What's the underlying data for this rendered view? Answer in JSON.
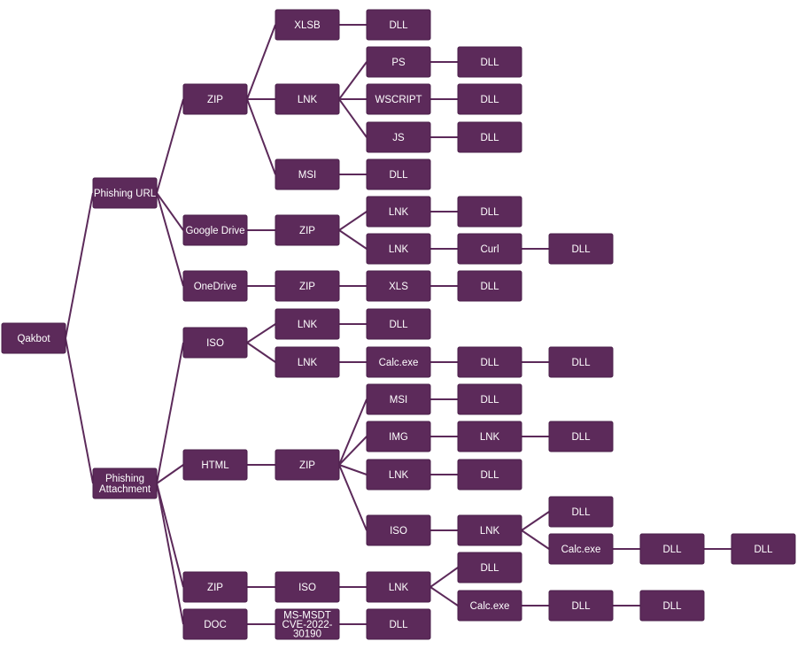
{
  "colors": {
    "node_fill": "#5c2a5a",
    "edge": "#5c2a5a",
    "node_text": "#ffffff",
    "background": "#ffffff"
  },
  "nodes": [
    {
      "id": "qakbot",
      "label": "Qakbot"
    },
    {
      "id": "purl",
      "label": "Phishing URL"
    },
    {
      "id": "patt",
      "label": "Phishing Attachment"
    },
    {
      "id": "u_zip",
      "label": "ZIP"
    },
    {
      "id": "u_gdrive",
      "label": "Google Drive"
    },
    {
      "id": "u_onedrive",
      "label": "OneDrive"
    },
    {
      "id": "u_xlsb",
      "label": "XLSB"
    },
    {
      "id": "u_xlsb_dll",
      "label": "DLL"
    },
    {
      "id": "u_lnk",
      "label": "LNK"
    },
    {
      "id": "u_ps",
      "label": "PS"
    },
    {
      "id": "u_ps_dll",
      "label": "DLL"
    },
    {
      "id": "u_wscript",
      "label": "WSCRIPT"
    },
    {
      "id": "u_wscript_dll",
      "label": "DLL"
    },
    {
      "id": "u_js",
      "label": "JS"
    },
    {
      "id": "u_js_dll",
      "label": "DLL"
    },
    {
      "id": "u_msi",
      "label": "MSI"
    },
    {
      "id": "u_msi_dll",
      "label": "DLL"
    },
    {
      "id": "g_zip",
      "label": "ZIP"
    },
    {
      "id": "g_lnk1",
      "label": "LNK"
    },
    {
      "id": "g_lnk1_dll",
      "label": "DLL"
    },
    {
      "id": "g_lnk2",
      "label": "LNK"
    },
    {
      "id": "g_curl",
      "label": "Curl"
    },
    {
      "id": "g_curl_dll",
      "label": "DLL"
    },
    {
      "id": "o_zip",
      "label": "ZIP"
    },
    {
      "id": "o_xls",
      "label": "XLS"
    },
    {
      "id": "o_xls_dll",
      "label": "DLL"
    },
    {
      "id": "a_iso",
      "label": "ISO"
    },
    {
      "id": "a_html",
      "label": "HTML"
    },
    {
      "id": "a_zip",
      "label": "ZIP"
    },
    {
      "id": "a_doc",
      "label": "DOC"
    },
    {
      "id": "i_lnk1",
      "label": "LNK"
    },
    {
      "id": "i_lnk1_dll",
      "label": "DLL"
    },
    {
      "id": "i_lnk2",
      "label": "LNK"
    },
    {
      "id": "i_calc",
      "label": "Calc.exe"
    },
    {
      "id": "i_calc_dll1",
      "label": "DLL"
    },
    {
      "id": "i_calc_dll2",
      "label": "DLL"
    },
    {
      "id": "h_zip",
      "label": "ZIP"
    },
    {
      "id": "h_msi",
      "label": "MSI"
    },
    {
      "id": "h_msi_dll",
      "label": "DLL"
    },
    {
      "id": "h_img",
      "label": "IMG"
    },
    {
      "id": "h_img_lnk",
      "label": "LNK"
    },
    {
      "id": "h_img_lnk_dll",
      "label": "DLL"
    },
    {
      "id": "h_lnk",
      "label": "LNK"
    },
    {
      "id": "h_lnk_dll",
      "label": "DLL"
    },
    {
      "id": "h_iso",
      "label": "ISO"
    },
    {
      "id": "h_iso_lnk",
      "label": "LNK"
    },
    {
      "id": "h_iso_lnk_dll",
      "label": "DLL"
    },
    {
      "id": "h_iso_calc",
      "label": "Calc.exe"
    },
    {
      "id": "h_iso_calc_dll1",
      "label": "DLL"
    },
    {
      "id": "h_iso_calc_dll2",
      "label": "DLL"
    },
    {
      "id": "z_iso",
      "label": "ISO"
    },
    {
      "id": "z_lnk",
      "label": "LNK"
    },
    {
      "id": "z_lnk_dll",
      "label": "DLL"
    },
    {
      "id": "z_calc",
      "label": "Calc.exe"
    },
    {
      "id": "z_calc_dll1",
      "label": "DLL"
    },
    {
      "id": "z_calc_dll2",
      "label": "DLL"
    },
    {
      "id": "d_msmsdt",
      "label": "MS-MSDT CVE-2022-30190"
    },
    {
      "id": "d_dll",
      "label": "DLL"
    }
  ],
  "edges": [
    [
      "qakbot",
      "purl"
    ],
    [
      "qakbot",
      "patt"
    ],
    [
      "purl",
      "u_zip"
    ],
    [
      "purl",
      "u_gdrive"
    ],
    [
      "purl",
      "u_onedrive"
    ],
    [
      "u_zip",
      "u_xlsb"
    ],
    [
      "u_zip",
      "u_lnk"
    ],
    [
      "u_zip",
      "u_msi"
    ],
    [
      "u_xlsb",
      "u_xlsb_dll"
    ],
    [
      "u_lnk",
      "u_ps"
    ],
    [
      "u_lnk",
      "u_wscript"
    ],
    [
      "u_lnk",
      "u_js"
    ],
    [
      "u_ps",
      "u_ps_dll"
    ],
    [
      "u_wscript",
      "u_wscript_dll"
    ],
    [
      "u_js",
      "u_js_dll"
    ],
    [
      "u_msi",
      "u_msi_dll"
    ],
    [
      "u_gdrive",
      "g_zip"
    ],
    [
      "g_zip",
      "g_lnk1"
    ],
    [
      "g_zip",
      "g_lnk2"
    ],
    [
      "g_lnk1",
      "g_lnk1_dll"
    ],
    [
      "g_lnk2",
      "g_curl"
    ],
    [
      "g_curl",
      "g_curl_dll"
    ],
    [
      "u_onedrive",
      "o_zip"
    ],
    [
      "o_zip",
      "o_xls"
    ],
    [
      "o_xls",
      "o_xls_dll"
    ],
    [
      "patt",
      "a_iso"
    ],
    [
      "patt",
      "a_html"
    ],
    [
      "patt",
      "a_zip"
    ],
    [
      "patt",
      "a_doc"
    ],
    [
      "a_iso",
      "i_lnk1"
    ],
    [
      "a_iso",
      "i_lnk2"
    ],
    [
      "i_lnk1",
      "i_lnk1_dll"
    ],
    [
      "i_lnk2",
      "i_calc"
    ],
    [
      "i_calc",
      "i_calc_dll1"
    ],
    [
      "i_calc_dll1",
      "i_calc_dll2"
    ],
    [
      "a_html",
      "h_zip"
    ],
    [
      "h_zip",
      "h_msi"
    ],
    [
      "h_zip",
      "h_img"
    ],
    [
      "h_zip",
      "h_lnk"
    ],
    [
      "h_zip",
      "h_iso"
    ],
    [
      "h_msi",
      "h_msi_dll"
    ],
    [
      "h_img",
      "h_img_lnk"
    ],
    [
      "h_img_lnk",
      "h_img_lnk_dll"
    ],
    [
      "h_lnk",
      "h_lnk_dll"
    ],
    [
      "h_iso",
      "h_iso_lnk"
    ],
    [
      "h_iso_lnk",
      "h_iso_lnk_dll"
    ],
    [
      "h_iso_lnk",
      "h_iso_calc"
    ],
    [
      "h_iso_calc",
      "h_iso_calc_dll1"
    ],
    [
      "h_iso_calc_dll1",
      "h_iso_calc_dll2"
    ],
    [
      "a_zip",
      "z_iso"
    ],
    [
      "z_iso",
      "z_lnk"
    ],
    [
      "z_lnk",
      "z_lnk_dll"
    ],
    [
      "z_lnk",
      "z_calc"
    ],
    [
      "z_calc",
      "z_calc_dll1"
    ],
    [
      "z_calc_dll1",
      "z_calc_dll2"
    ],
    [
      "a_doc",
      "d_msmsdt"
    ],
    [
      "d_msmsdt",
      "d_dll"
    ]
  ]
}
